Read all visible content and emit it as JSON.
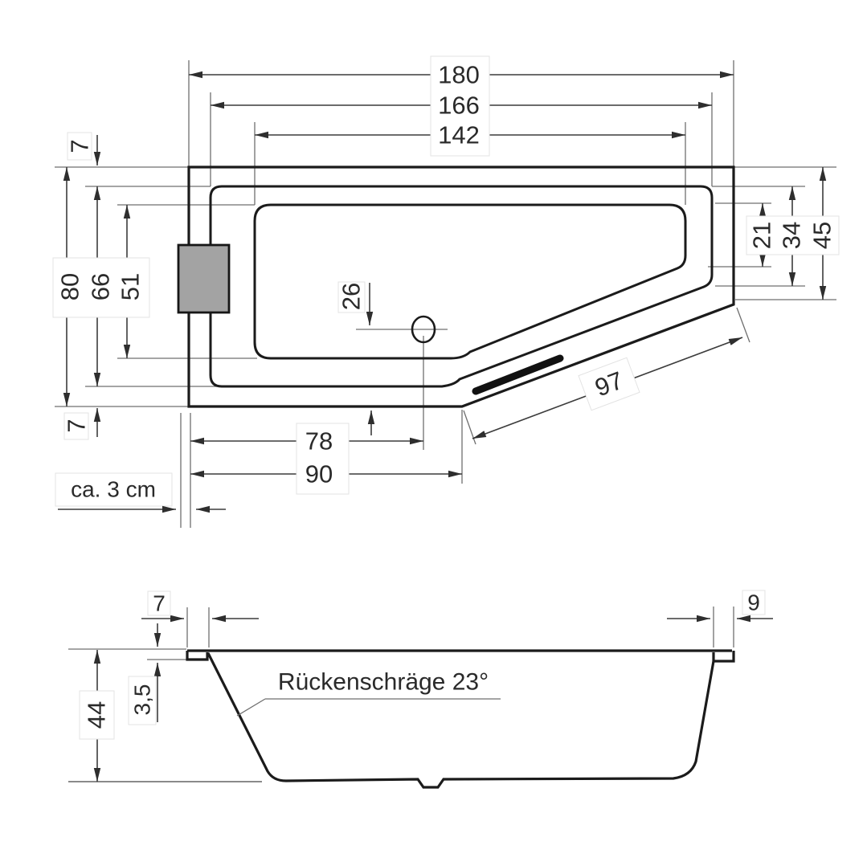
{
  "drawing": {
    "type": "bathtub technical drawing, top view and side profile",
    "unit_note": "dimensions in cm"
  },
  "top_view": {
    "length_overall": "180",
    "length_rim": "166",
    "length_basin": "142",
    "width_overall": "80",
    "width_rim": "66",
    "width_basin": "51",
    "rim_top": "7",
    "rim_bottom": "7",
    "right_overall": "45",
    "right_rim": "34",
    "right_basin": "21",
    "drain_offset": "26",
    "drain_distance": "78",
    "corner_distance": "90",
    "diagonal_length": "97",
    "wall_gap": "ca. 3 cm"
  },
  "side_view": {
    "height": "44",
    "rim_thickness": "3,5",
    "rim_left": "7",
    "rim_right": "9",
    "back_slope_label": "Rückenschräge 23°"
  },
  "colors": {
    "outline": "#1b1b1b",
    "dimension": "#3c3c3c",
    "headrest": "#a3a3a3",
    "grip": "#111111",
    "label_background": "#ffffff"
  }
}
